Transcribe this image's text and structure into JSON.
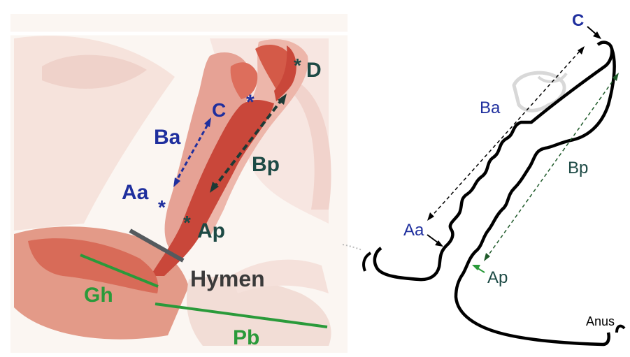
{
  "left_panel": {
    "labels": {
      "c": "C",
      "d": "D",
      "ba": "Ba",
      "bp": "Bp",
      "aa": "Aa",
      "ap": "Ap",
      "hymen": "Hymen",
      "gh": "Gh",
      "pb": "Pb",
      "star": "*"
    }
  },
  "right_panel": {
    "labels": {
      "c": "C",
      "ba": "Ba",
      "bp": "Bp",
      "aa": "Aa",
      "ap": "Ap",
      "anus": "Anus"
    }
  },
  "colors": {
    "blue_label": "#1f2f9e",
    "teal_label": "#1d4a45",
    "green_label": "#2a9a3a",
    "gray_label": "#3a3a3a",
    "tissue": "#f3cfc6",
    "vagina": "#c9473a",
    "outline": "#000000"
  }
}
